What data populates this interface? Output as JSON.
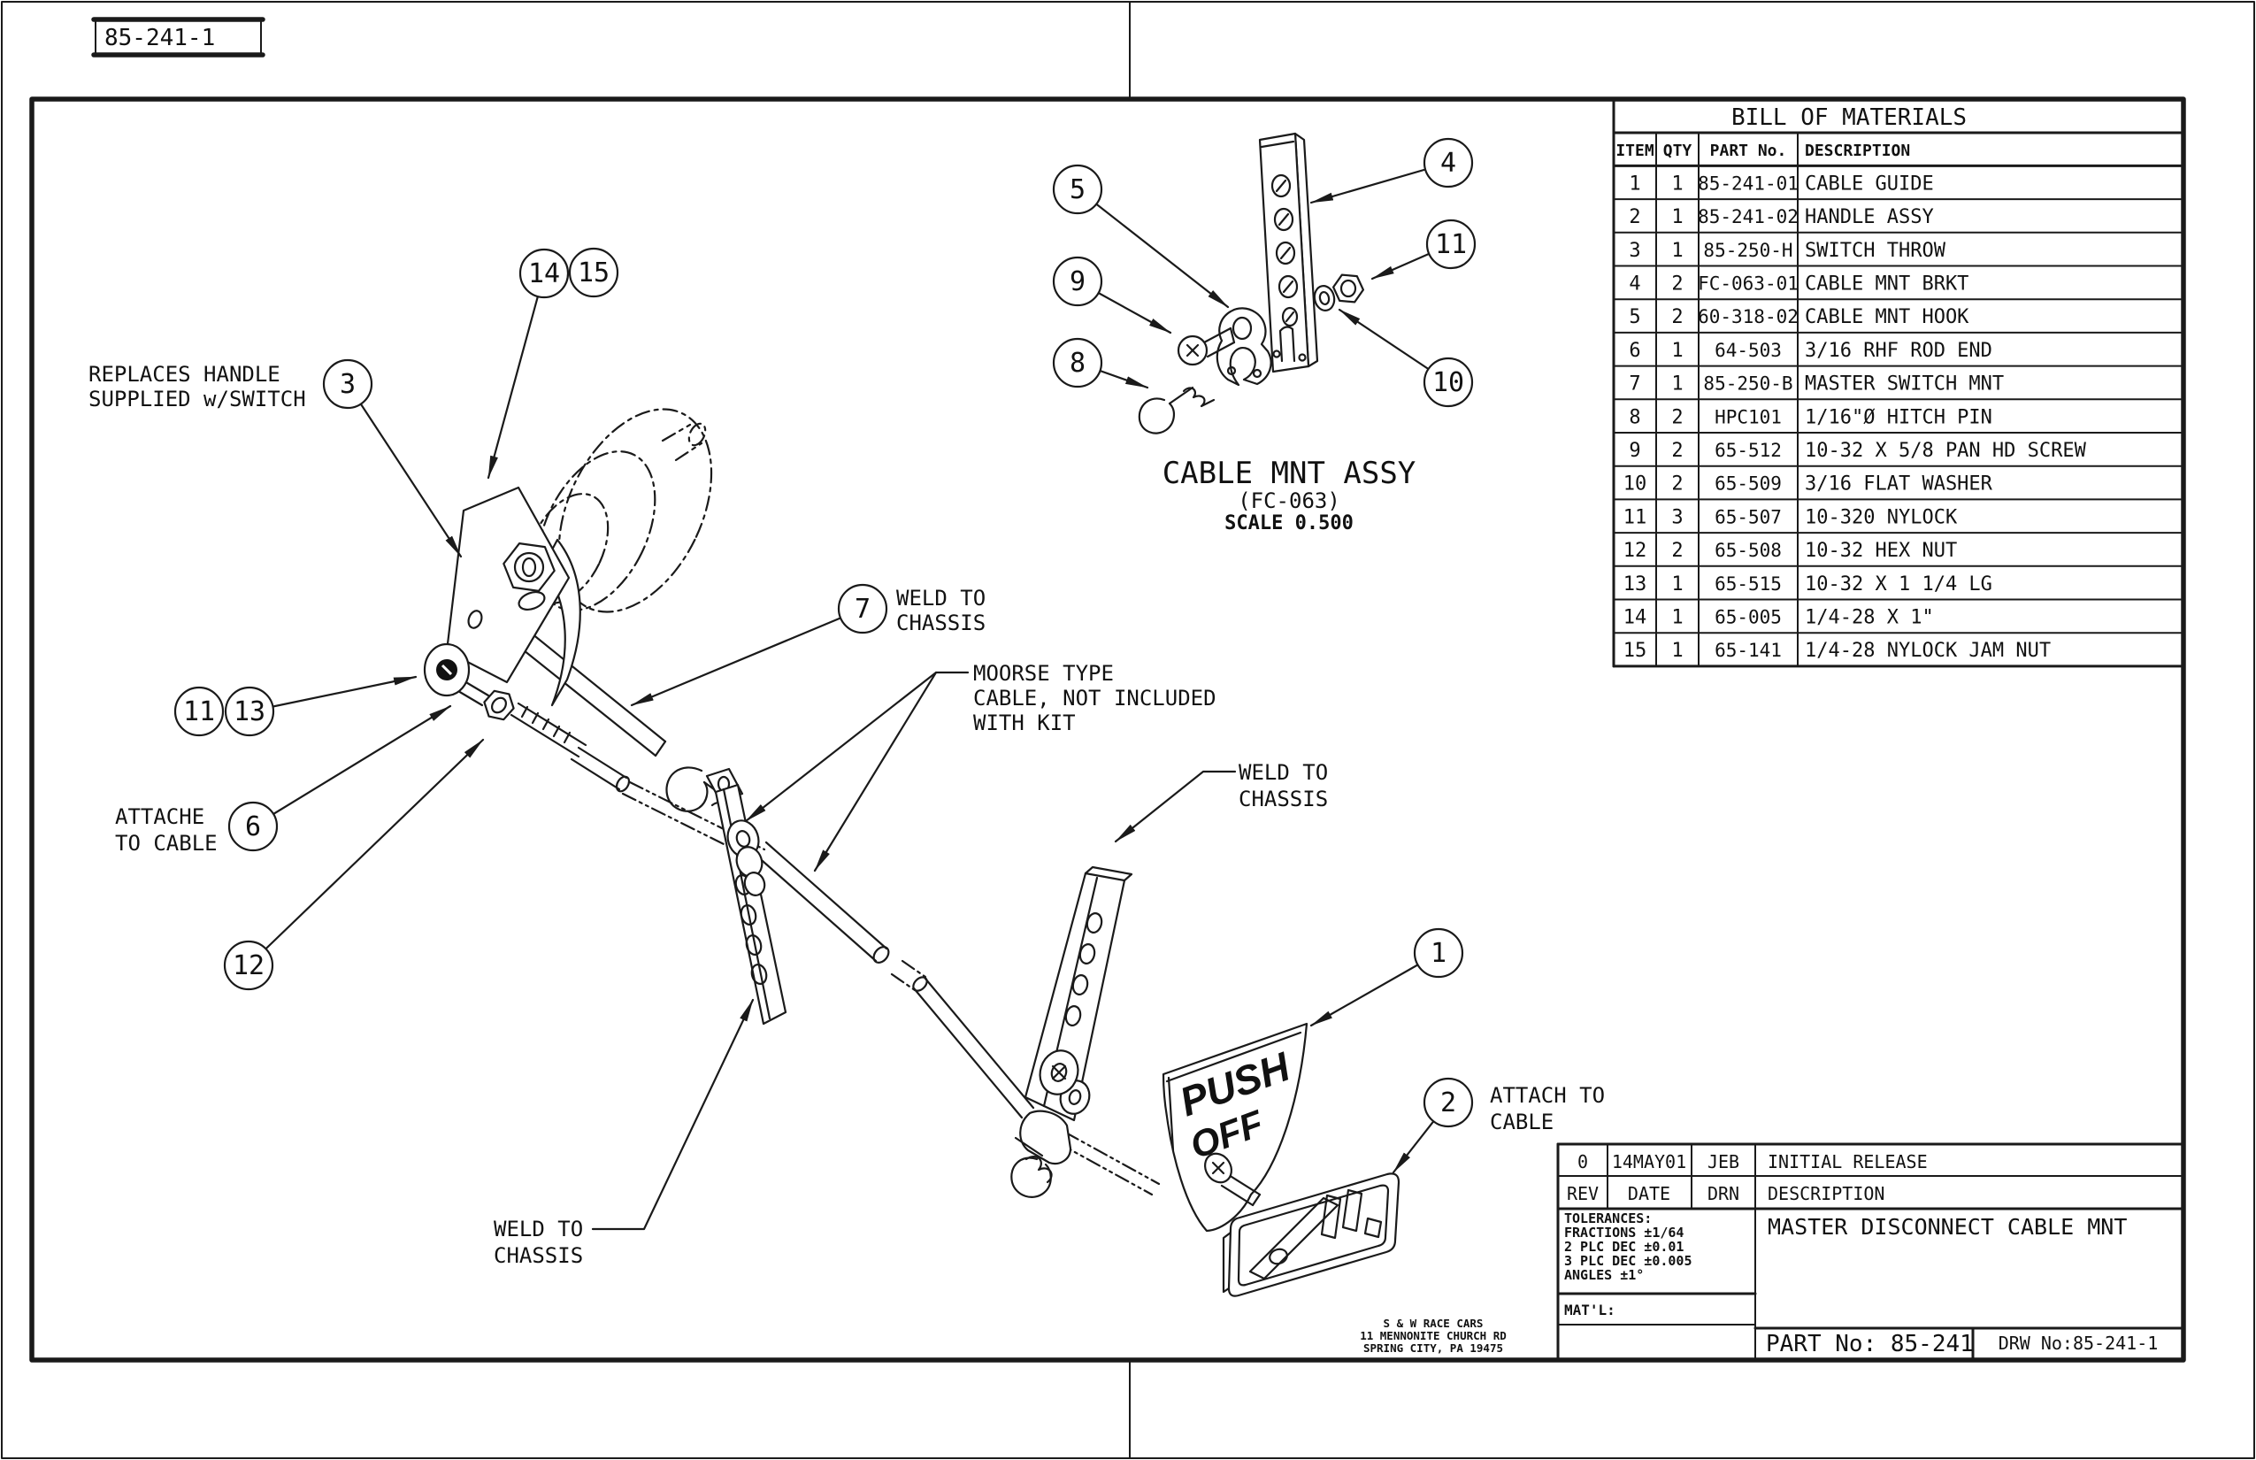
{
  "sheet": {
    "doc_id": "85-241-1"
  },
  "bom": {
    "title": "BILL OF MATERIALS",
    "columns": [
      "ITEM",
      "QTY",
      "PART No.",
      "DESCRIPTION"
    ],
    "rows": [
      [
        "1",
        "1",
        "85-241-01",
        "CABLE GUIDE"
      ],
      [
        "2",
        "1",
        "85-241-02",
        "HANDLE ASSY"
      ],
      [
        "3",
        "1",
        "85-250-H",
        "SWITCH THROW"
      ],
      [
        "4",
        "2",
        "FC-063-01",
        "CABLE MNT BRKT"
      ],
      [
        "5",
        "2",
        "60-318-02",
        "CABLE MNT HOOK"
      ],
      [
        "6",
        "1",
        "64-503",
        "3/16 RHF ROD END"
      ],
      [
        "7",
        "1",
        "85-250-B",
        "MASTER SWITCH MNT"
      ],
      [
        "8",
        "2",
        "HPC101",
        "1/16\"Ø HITCH PIN"
      ],
      [
        "9",
        "2",
        "65-512",
        "10-32 X 5/8 PAN HD SCREW"
      ],
      [
        "10",
        "2",
        "65-509",
        "3/16 FLAT WASHER"
      ],
      [
        "11",
        "3",
        "65-507",
        "10-320 NYLOCK"
      ],
      [
        "12",
        "2",
        "65-508",
        "10-32 HEX NUT"
      ],
      [
        "13",
        "1",
        "65-515",
        "10-32 X 1 1/4 LG"
      ],
      [
        "14",
        "1",
        "65-005",
        "1/4-28 X 1\""
      ],
      [
        "15",
        "1",
        "65-141",
        "1/4-28 NYLOCK JAM NUT"
      ]
    ]
  },
  "balloons": [
    "3",
    "14",
    "15",
    "11",
    "13",
    "6",
    "12",
    "7",
    "5",
    "9",
    "8",
    "4",
    "11",
    "10",
    "1",
    "2"
  ],
  "labels": {
    "replaces": {
      "line1": "REPLACES HANDLE",
      "line2": "SUPPLIED w/SWITCH"
    },
    "weld_switch": {
      "line1": "WELD TO",
      "line2": "CHASSIS"
    },
    "moorse": {
      "line1": "MOORSE TYPE",
      "line2": "CABLE, NOT INCLUDED",
      "line3": "WITH KIT"
    },
    "attache": {
      "line1": "ATTACHE",
      "line2": "TO CABLE"
    },
    "weld_left": {
      "line1": "WELD TO",
      "line2": "CHASSIS"
    },
    "weld_right": {
      "line1": "WELD TO",
      "line2": "CHASSIS"
    },
    "attach_right": {
      "line1": "ATTACH TO",
      "line2": "CABLE"
    }
  },
  "detail": {
    "title": "CABLE MNT ASSY",
    "part": "(FC-063)",
    "scale": "SCALE  0.500"
  },
  "decal": {
    "line1": "PUSH",
    "line2": "OFF"
  },
  "title_block": {
    "rev_entry": {
      "rev": "0",
      "date": "14MAY01",
      "drn": "JEB",
      "description": "INITIAL RELEASE"
    },
    "headers": {
      "rev": "REV",
      "date": "DATE",
      "drn": "DRN",
      "description": "DESCRIPTION"
    },
    "tolerances": {
      "line1": "TOLERANCES:",
      "line2": "FRACTIONS ±1/64",
      "line3": "2 PLC DEC ±0.01",
      "line4": "3 PLC DEC ±0.005",
      "line5": "ANGLES ±1°"
    },
    "matl_label": "MAT'L:",
    "drawing_title": "MASTER DISCONNECT CABLE MNT",
    "part_no": "PART No: 85-241",
    "drw_no": "DRW No:85-241-1"
  },
  "company": {
    "line1": "S & W RACE CARS",
    "line2": "11 MENNONITE CHURCH RD",
    "line3": "SPRING CITY, PA 19475"
  }
}
